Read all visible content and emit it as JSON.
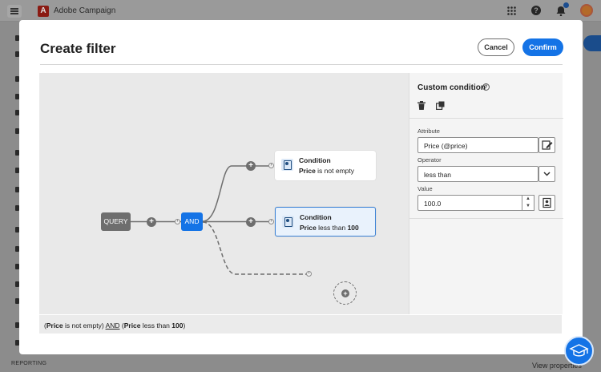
{
  "app": {
    "title": "Adobe Campaign",
    "logo_letter": "A",
    "reporting_label": "REPORTING",
    "view_properties_label": "View properties"
  },
  "modal": {
    "title": "Create filter",
    "cancel_label": "Cancel",
    "confirm_label": "Confirm"
  },
  "canvas": {
    "query_label": "QUERY",
    "and_label": "AND",
    "conditions": [
      {
        "title": "Condition",
        "attribute": "Price",
        "rule": "is not empty",
        "selected": false
      },
      {
        "title": "Condition",
        "attribute": "Price",
        "rule": "less than",
        "value": "100",
        "selected": true
      }
    ]
  },
  "expression": {
    "open1": "(",
    "attr1": "Price",
    "rule1": " is not empty) ",
    "op": "AND",
    "open2": " (",
    "attr2": "Price",
    "rule2": " less than ",
    "val2": "100",
    "close2": ")"
  },
  "panel": {
    "title": "Custom condition",
    "attribute_label": "Attribute",
    "attribute_value": "Price (@price)",
    "operator_label": "Operator",
    "operator_value": "less than",
    "value_label": "Value",
    "value_value": "100.0"
  },
  "icons": {
    "menu": "hamburger-icon",
    "apps": "apps-grid-icon",
    "help": "help-icon",
    "notifications": "bell-icon",
    "info": "info-icon",
    "delete": "trash-icon",
    "duplicate": "duplicate-icon",
    "edit": "edit-icon",
    "dropdown": "chevron-down-icon",
    "personalize": "personalization-icon",
    "learn": "graduation-cap-icon"
  },
  "colors": {
    "accent": "#1473e6",
    "query_node": "#6e6e6e"
  }
}
